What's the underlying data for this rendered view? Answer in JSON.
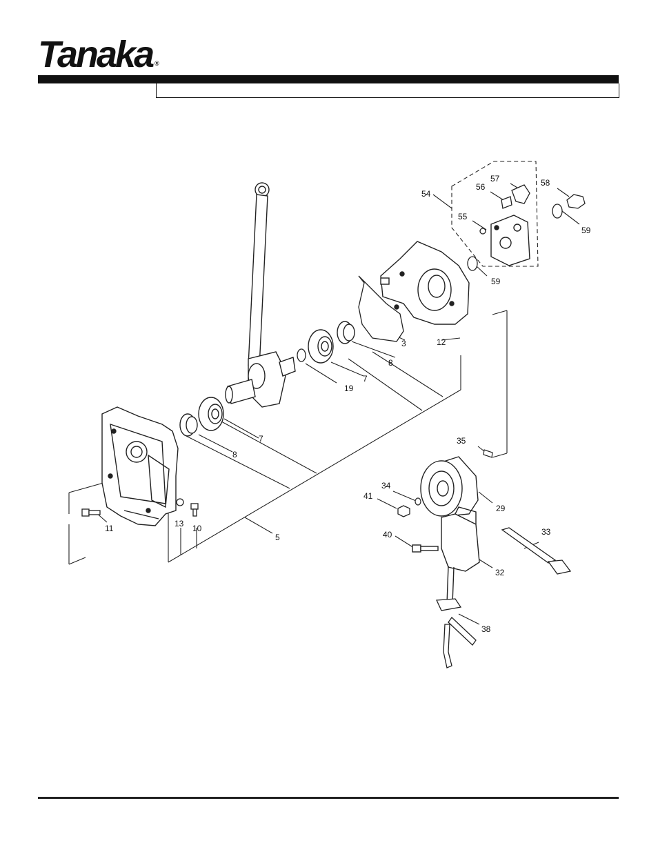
{
  "brand": {
    "logo_text": "Tanaka",
    "registered_mark": "®"
  },
  "diagram": {
    "type": "exploded-parts-diagram",
    "callouts": [
      {
        "id": "c3",
        "label": "3"
      },
      {
        "id": "c5",
        "label": "5"
      },
      {
        "id": "c7a",
        "label": "7"
      },
      {
        "id": "c7b",
        "label": "7"
      },
      {
        "id": "c8a",
        "label": "8"
      },
      {
        "id": "c8b",
        "label": "8"
      },
      {
        "id": "c10",
        "label": "10"
      },
      {
        "id": "c11",
        "label": "11"
      },
      {
        "id": "c12",
        "label": "12"
      },
      {
        "id": "c13",
        "label": "13"
      },
      {
        "id": "c19",
        "label": "19"
      },
      {
        "id": "c29",
        "label": "29"
      },
      {
        "id": "c32",
        "label": "32"
      },
      {
        "id": "c33",
        "label": "33"
      },
      {
        "id": "c34",
        "label": "34"
      },
      {
        "id": "c35",
        "label": "35"
      },
      {
        "id": "c38",
        "label": "38"
      },
      {
        "id": "c40",
        "label": "40"
      },
      {
        "id": "c41",
        "label": "41"
      },
      {
        "id": "c54",
        "label": "54"
      },
      {
        "id": "c55",
        "label": "55"
      },
      {
        "id": "c56",
        "label": "56"
      },
      {
        "id": "c57",
        "label": "57"
      },
      {
        "id": "c58",
        "label": "58"
      },
      {
        "id": "c59a",
        "label": "59"
      },
      {
        "id": "c59b",
        "label": "59"
      }
    ]
  }
}
